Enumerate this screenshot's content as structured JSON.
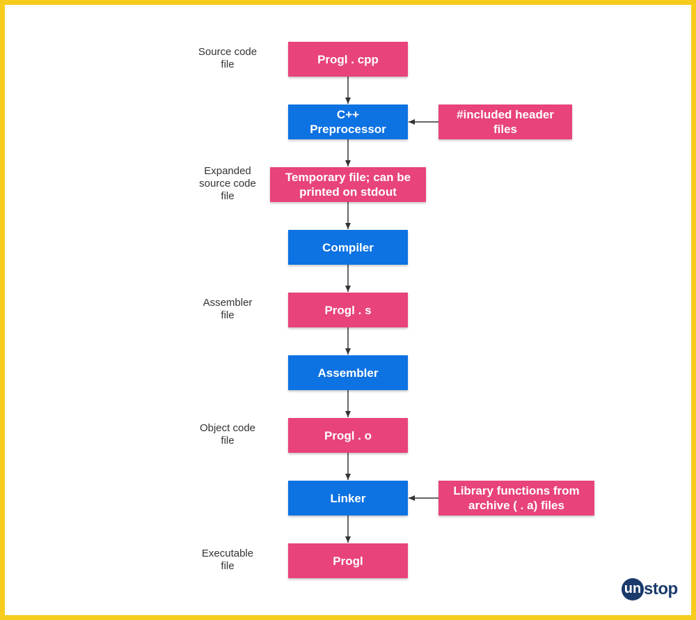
{
  "nodes": {
    "source": "Progl . cpp",
    "preprocessor": "C++\nPreprocessor",
    "header_files": "#included header\nfiles",
    "temporary": "Temporary file;  can be\nprinted on stdout",
    "compiler": "Compiler",
    "assembler_file": "Progl . s",
    "assembler": "Assembler",
    "object": "Progl . o",
    "linker": "Linker",
    "library": "Library functions from\narchive ( . a) files",
    "executable": "Progl"
  },
  "labels": {
    "source": "Source code\nfile",
    "expanded": "Expanded\nsource code\nfile",
    "assembler": "Assembler\nfile",
    "object": "Object code\nfile",
    "executable": "Executable\nfile"
  },
  "logo": {
    "mark": "un",
    "text": "stop"
  },
  "colors": {
    "file_box": "#e8437a",
    "process_box": "#0d72e2",
    "border": "#f6cd1c",
    "arrow": "#333333",
    "logo": "#1a3a6b"
  }
}
